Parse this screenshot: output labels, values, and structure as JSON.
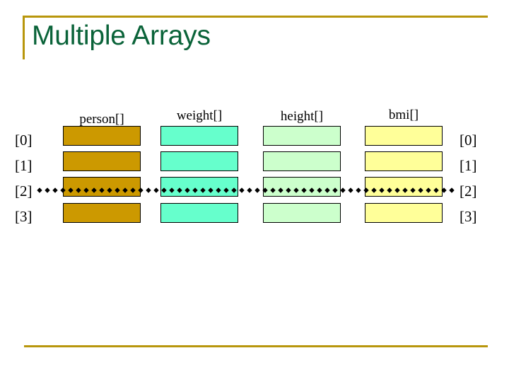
{
  "slide": {
    "title": "Multiple Arrays",
    "title_color": "#0a6339",
    "accent_color": "#b8960c",
    "background": "#ffffff"
  },
  "diagram": {
    "type": "parallel-arrays",
    "row_indices_left": [
      "[0]",
      "[1]",
      "[2]",
      "[3]"
    ],
    "row_indices_right": [
      "[0]",
      "[1]",
      "[2]",
      "[3]"
    ],
    "highlight_row_index": 2,
    "highlight_style": "dotted-connector",
    "columns": [
      {
        "label": "person[]",
        "fill": "#cc9900",
        "border": "#000000"
      },
      {
        "label": "weight[]",
        "fill": "#66ffcc",
        "border": "#000000"
      },
      {
        "label": "height[]",
        "fill": "#ccffcc",
        "border": "#000000"
      },
      {
        "label": "bmi[]",
        "fill": "#ffff99",
        "border": "#000000"
      }
    ],
    "rows": [
      {
        "index": "[0]",
        "cells": [
          "",
          "",
          "",
          ""
        ]
      },
      {
        "index": "[1]",
        "cells": [
          "",
          "",
          "",
          ""
        ]
      },
      {
        "index": "[2]",
        "cells": [
          "",
          "",
          "",
          ""
        ]
      },
      {
        "index": "[3]",
        "cells": [
          "",
          "",
          "",
          ""
        ]
      }
    ]
  }
}
